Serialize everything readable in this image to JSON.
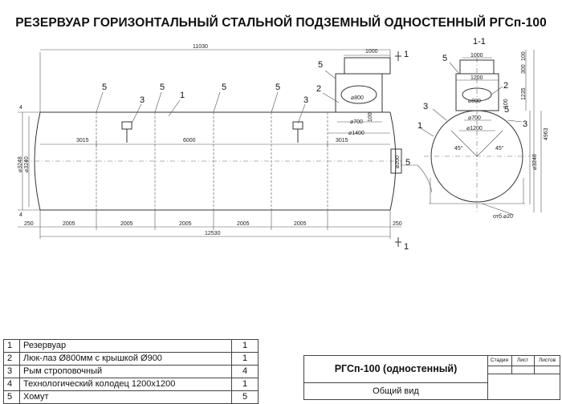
{
  "title": "РЕЗЕРВУАР ГОРИЗОНТАЛЬНЫЙ СТАЛЬНОЙ ПОДЗЕМНЫЙ ОДНОСТЕННЫЙ РГСп-100",
  "side_view": {
    "overall_length_top": "11030",
    "overall_length_bottom": "12530",
    "well_width": "1000",
    "shell_dims": [
      "3015",
      "6000",
      "3015"
    ],
    "spacing_dims": [
      "250",
      "2005",
      "2005",
      "2005",
      "2005",
      "2005",
      "250"
    ],
    "height_left_outer": "⌀3248",
    "height_left_inner": "⌀3240",
    "outlet_label": "⌀200",
    "small_dim_top": "4",
    "small_dim_bottom": "4",
    "hatch_dims": [
      "⌀800",
      "⌀700",
      "⌀1400"
    ],
    "hatch_side_dim": "100",
    "section_mark": "1",
    "callouts": [
      "5",
      "5",
      "5",
      "5",
      "3",
      "1",
      "5",
      "2",
      "3",
      "5"
    ]
  },
  "section_view": {
    "label": "1-1",
    "dims_top": [
      "1000",
      "1200"
    ],
    "hatch_dims": [
      "⌀800",
      "⌀700",
      "⌀1200"
    ],
    "right_dims": [
      "100",
      "300",
      "1235",
      "100",
      "4963",
      "⌀3248"
    ],
    "angles": [
      "45°",
      "45°"
    ],
    "foot_label": "отб.⌀20",
    "callouts": [
      "5",
      "2",
      "3",
      "3",
      "1",
      "5"
    ]
  },
  "spec_table": [
    {
      "num": "1",
      "name": "Резервуар",
      "qty": "1"
    },
    {
      "num": "2",
      "name": "Люк-лаз Ø800мм с крышкой Ø900",
      "qty": "1"
    },
    {
      "num": "3",
      "name": "Рым строповочный",
      "qty": "4"
    },
    {
      "num": "4",
      "name": "Технологический колодец 1200х1200",
      "qty": "1"
    },
    {
      "num": "5",
      "name": "Хомут",
      "qty": "5"
    }
  ],
  "stamp": {
    "name": "РГСп-100 (одностенный)",
    "subtitle": "Общий вид",
    "col_stage": "Стадия",
    "col_sheet": "Лист",
    "col_sheets": "Листов"
  }
}
